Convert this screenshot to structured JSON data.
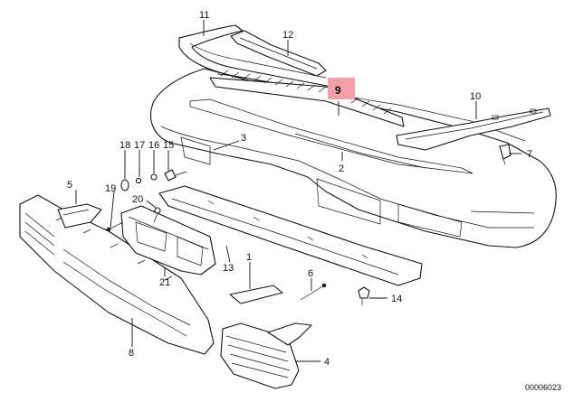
{
  "diagram": {
    "highlight_color": "#f2a0a8",
    "drawing_code": "00006023",
    "labels": {
      "l1": "1",
      "l2": "2",
      "l3": "3",
      "l4": "4",
      "l5": "5",
      "l6": "6",
      "l7": "7",
      "l8": "8",
      "l9": "9",
      "l10": "10",
      "l11": "11",
      "l12": "12",
      "l13": "13",
      "l14": "14",
      "l15": "15",
      "l16": "16",
      "l17": "17",
      "l18": "18",
      "l19": "19",
      "l20": "20",
      "l21": "21"
    }
  }
}
